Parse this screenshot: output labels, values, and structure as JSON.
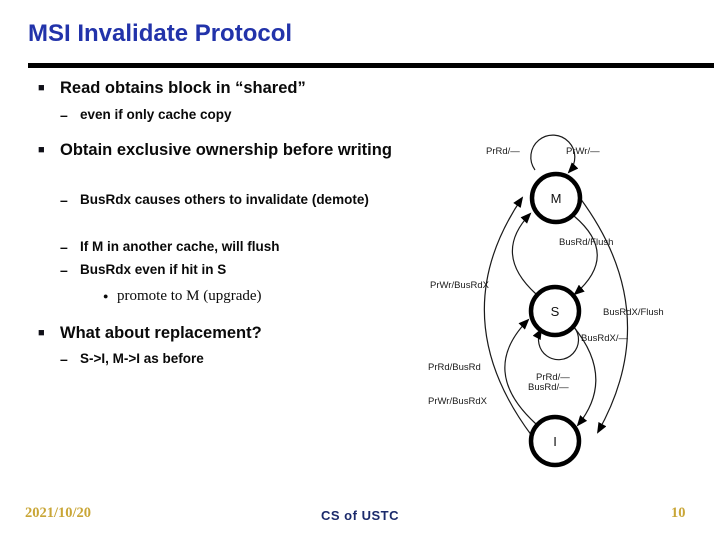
{
  "slide": {
    "title": "MSI Invalidate Protocol",
    "footer": {
      "date": "2021/10/20",
      "center": "CS of USTC",
      "page": "10"
    },
    "colors": {
      "title_blue": "#2233AA",
      "footer_navy": "#1B2A6B",
      "footer_gold": "#C9A637",
      "body_text": "#0a0a0a"
    }
  },
  "markers": {
    "l1": "■",
    "l2": "–",
    "l3": "●"
  },
  "content": {
    "items": [
      {
        "level": 1,
        "text": "Read obtains block in “shared”"
      },
      {
        "level": 2,
        "text": "even if only cache copy"
      },
      {
        "level": 1,
        "text": "Obtain exclusive ownership before writing"
      },
      {
        "level": 2,
        "text": "BusRdx causes others to invalidate (demote)"
      },
      {
        "level": 2,
        "text": "If M in another cache, will flush"
      },
      {
        "level": 2,
        "text": "BusRdx even if hit in S"
      },
      {
        "level": 3,
        "text": "promote to M (upgrade)"
      },
      {
        "level": 1,
        "text": "What about replacement?"
      },
      {
        "level": 2,
        "text": "S->I, M->I as before"
      }
    ]
  },
  "diagram": {
    "states": {
      "m": "M",
      "s": "S",
      "i": "I"
    },
    "transitions": {
      "m_self_prrd": "PrRd/—",
      "m_self_prwr": "PrWr/—",
      "m_to_s": "BusRd/Flush",
      "s_to_m": "PrWr/BusRdX",
      "m_to_i": "BusRdX/Flush",
      "s_to_i": "BusRdX/—",
      "s_self_prrd": "PrRd/—",
      "s_self_busrd": "BusRd/—",
      "i_to_s": "PrRd/BusRd",
      "i_to_m": "PrWr/BusRdX"
    }
  }
}
